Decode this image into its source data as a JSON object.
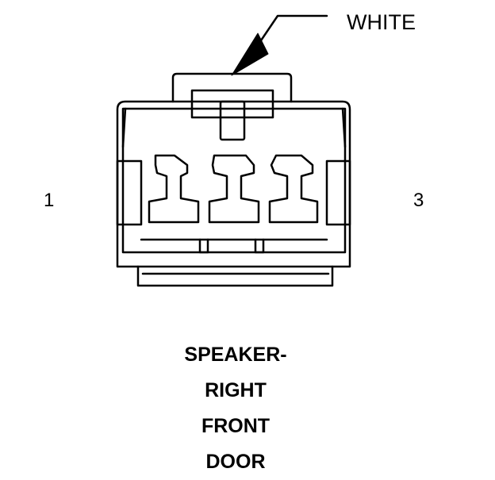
{
  "connector": {
    "color_label": "WHITE",
    "pin_left": "1",
    "pin_right": "3",
    "cavity_count": 3
  },
  "caption": {
    "lines": [
      "SPEAKER-",
      "RIGHT",
      "FRONT",
      "DOOR"
    ]
  },
  "colors": {
    "line": "#000000",
    "background": "#ffffff"
  }
}
